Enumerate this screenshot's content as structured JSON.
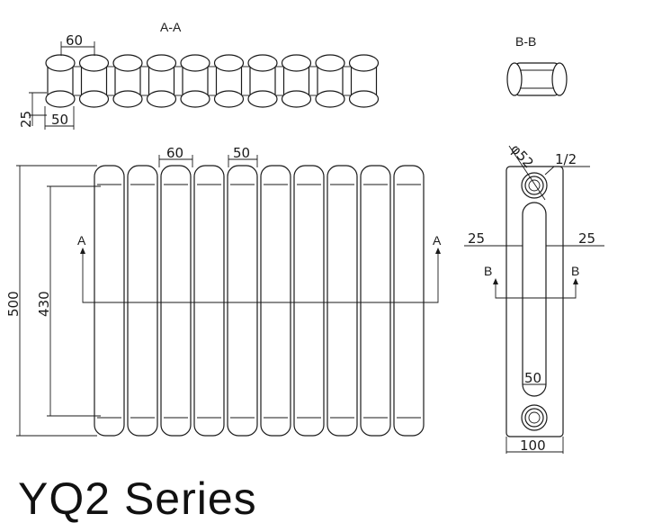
{
  "section_labels": {
    "aa": "A-A",
    "bb": "B-B",
    "a_left": "A",
    "a_right": "A",
    "b_left": "B",
    "b_right": "B"
  },
  "dimensions": {
    "top_pitch": "60",
    "top_depth": "25",
    "top_width": "50",
    "front_pitch": "60",
    "front_width": "50",
    "front_height": "500",
    "front_inner_height": "430",
    "side_diameter": "φ52",
    "side_thread": "1/2",
    "side_left": "25",
    "side_right": "25",
    "side_slot": "50",
    "side_width": "100"
  },
  "title": "YQ2   Series"
}
